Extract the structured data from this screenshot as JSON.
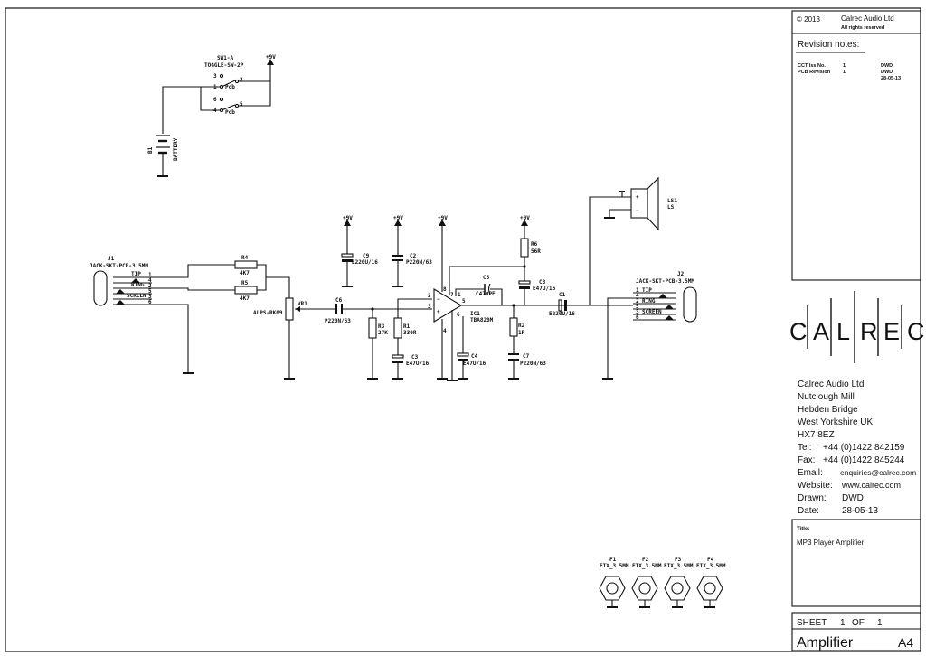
{
  "title_block": {
    "copyright": "© 2013",
    "company": "Calrec Audio Ltd",
    "rights": "All rights reserved",
    "revision_heading": "Revision notes:",
    "revisions": [
      {
        "label": "CCT Iss No.",
        "value": "1",
        "initials": "DWD"
      },
      {
        "label": "PCB Revision",
        "value": "1",
        "initials": "DWD"
      }
    ],
    "revision_date": "28-05-13",
    "logo_letters": [
      "C",
      "A",
      "L",
      "R",
      "E",
      "C"
    ],
    "address_lines": [
      "Calrec Audio Ltd",
      "Nutclough Mill",
      "Hebden Bridge",
      "West Yorkshire UK",
      "HX7 8EZ"
    ],
    "contacts": [
      {
        "label": "Tel:",
        "value": "+44 (0)1422 842159"
      },
      {
        "label": "Fax:",
        "value": "+44 (0)1422 845244"
      },
      {
        "label": "Email:",
        "value": "enquiries@calrec.com"
      },
      {
        "label": "Website:",
        "value": "www.calrec.com"
      },
      {
        "label": "Drawn:",
        "value": "DWD"
      },
      {
        "label": "Date:",
        "value": "28-05-13"
      }
    ],
    "title_label": "Title:",
    "title_value": "MP3 Player Amplifier",
    "sheet_text": "SHEET",
    "sheet_number": "1",
    "sheet_of": "OF",
    "sheet_total": "1",
    "sheet_name": "Amplifier",
    "sheet_size": "A4"
  },
  "schematic": {
    "sw1_ref": "SW1-A",
    "sw1_type": "TOGGLE-SW-2P",
    "sw1_pins": [
      "3",
      "1",
      "2",
      "6",
      "4",
      "5"
    ],
    "pcb": "Pcb",
    "supply": "+9V",
    "b1_ref": "B1",
    "b1_label": "BATTERY",
    "j1_ref": "J1",
    "jack_type": "JACK-SKT-PCB-3.5MM",
    "j2_ref": "J2",
    "jack_pins": [
      {
        "name": "TIP",
        "a": "1",
        "b": "4"
      },
      {
        "name": "RING",
        "a": "2",
        "b": "5"
      },
      {
        "name": "SCREEN",
        "a": "3",
        "b": "6"
      }
    ],
    "j2_pins": [
      {
        "name": "TIP",
        "a": "1",
        "b": "4"
      },
      {
        "name": "RING",
        "a": "2",
        "b": "5"
      },
      {
        "name": "SCREEN",
        "a": "3",
        "b": "6"
      }
    ],
    "r4": {
      "ref": "R4",
      "value": "4K7"
    },
    "r5": {
      "ref": "R5",
      "value": "4K7"
    },
    "vr1": {
      "ref": "VR1",
      "value": "ALPS-RK09"
    },
    "c6": {
      "ref": "C6",
      "value": "P220N/63"
    },
    "c9": {
      "ref": "C9",
      "value": "E220U/16"
    },
    "c2": {
      "ref": "C2",
      "value": "P220N/63"
    },
    "r3": {
      "ref": "R3",
      "value": "27K"
    },
    "r1": {
      "ref": "R1",
      "value": "330R"
    },
    "c3": {
      "ref": "C3",
      "value": "E47U/16"
    },
    "ic1": {
      "ref": "IC1",
      "value": "TBA820M"
    },
    "ic_pins": [
      "2",
      "3",
      "8",
      "7",
      "1",
      "5",
      "6",
      "4"
    ],
    "c5": {
      "ref": "C5",
      "value": "C470PF"
    },
    "r6": {
      "ref": "R6",
      "value": "56R"
    },
    "c8": {
      "ref": "C8",
      "value": "E47U/16"
    },
    "c4": {
      "ref": "C4",
      "value": "E47U/16"
    },
    "r2": {
      "ref": "R2",
      "value": "1R"
    },
    "c7": {
      "ref": "C7",
      "value": "P220N/63"
    },
    "c1": {
      "ref": "C1",
      "value": "E220U/16"
    },
    "ls1": {
      "ref": "LS1",
      "value": "LS"
    },
    "fixings": [
      {
        "ref": "F1",
        "value": "FIX_3.5MM"
      },
      {
        "ref": "F2",
        "value": "FIX_3.5MM"
      },
      {
        "ref": "F3",
        "value": "FIX_3.5MM"
      },
      {
        "ref": "F4",
        "value": "FIX_3.5MM"
      }
    ]
  }
}
